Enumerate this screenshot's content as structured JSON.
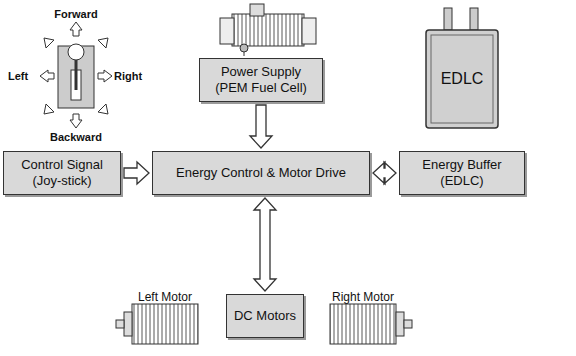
{
  "diagram": {
    "nodes": [
      {
        "text": [
          "Power Supply (PEM Fuel Cell)"
        ]
      },
      {
        "text": [
          "Control Signal (Joy-stick)"
        ]
      },
      {
        "text": [
          "Energy Control & Motor Drive"
        ]
      },
      {
        "text": [
          "Energy Buffer (EDLC)"
        ]
      },
      {
        "text": [
          "DC Motors"
        ]
      }
    ],
    "edges": [
      {
        "from": 0,
        "to": 2,
        "arrow": "to"
      },
      {
        "from": 1,
        "to": 2,
        "arrow": "to"
      },
      {
        "from": 2,
        "to": 3,
        "arrow": "both"
      },
      {
        "from": 2,
        "to": 4,
        "arrow": "both"
      }
    ],
    "labels": [
      "Forward",
      "Left",
      "Right",
      "Backward",
      "EDLC",
      "Left Motor",
      "Right Motor"
    ]
  }
}
